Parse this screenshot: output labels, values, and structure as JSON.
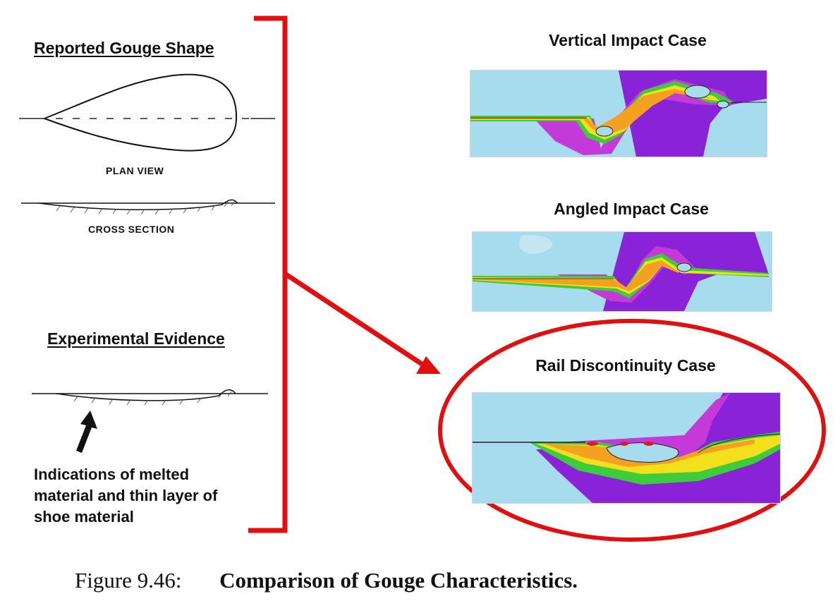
{
  "left": {
    "reported_heading": "Reported Gouge Shape",
    "plan_view_label": "PLAN VIEW",
    "cross_section_label": "CROSS SECTION",
    "experimental_heading": "Experimental Evidence",
    "note_lines": [
      "Indications of melted",
      "material and thin layer of",
      "shoe material"
    ]
  },
  "right": {
    "cases": [
      {
        "title": "Vertical Impact Case"
      },
      {
        "title": "Angled Impact Case"
      },
      {
        "title": "Rail Discontinuity Case"
      }
    ]
  },
  "caption": {
    "label": "Figure 9.46:",
    "text": "Comparison of Gouge Characteristics."
  },
  "colors": {
    "bracket_red": "#e01010",
    "background_blue": "#a7dcef",
    "purple": "#8a22d8",
    "magenta": "#c43ad8",
    "green": "#3ccc3c",
    "yellow": "#f2e01c",
    "orange": "#f4a020"
  }
}
